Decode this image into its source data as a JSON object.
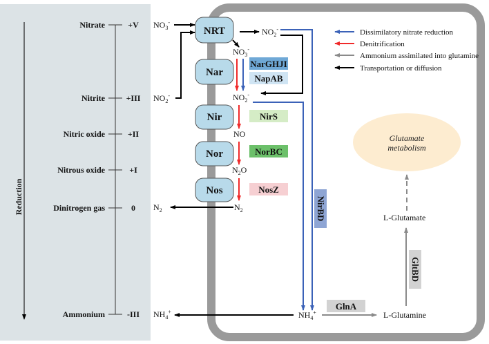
{
  "title": "Nitrogen cycle pathways in the cell",
  "left_panel": {
    "axis_label": "Reduction",
    "rows": [
      {
        "name": "Nitrate",
        "state": "+V"
      },
      {
        "name": "Nitrite",
        "state": "+III"
      },
      {
        "name": "Nitric oxide",
        "state": "+II"
      },
      {
        "name": "Nitrous oxide",
        "state": "+I"
      },
      {
        "name": "Dinitrogen gas",
        "state": "0"
      },
      {
        "name": "Ammonium",
        "state": "-III"
      }
    ]
  },
  "outside_species": {
    "nitrate": {
      "base": "NO",
      "sub": "3",
      "sup": "-"
    },
    "nitrite": {
      "base": "NO",
      "sub": "2",
      "sup": "-"
    },
    "n2": {
      "base": "N",
      "sub": "2",
      "sup": ""
    },
    "ammonium": {
      "base": "NH",
      "sub": "4",
      "sup": "+"
    }
  },
  "membrane_proteins": [
    "NRT",
    "Nar",
    "Nir",
    "Nor",
    "Nos"
  ],
  "inside_species": {
    "no2_top": {
      "base": "NO",
      "sub": "2",
      "sup": "-"
    },
    "no3": {
      "base": "NO",
      "sub": "3",
      "sup": "-"
    },
    "no2": {
      "base": "NO",
      "sub": "2",
      "sup": "-"
    },
    "no": {
      "base": "NO",
      "sub": "",
      "sup": ""
    },
    "n2o": {
      "base": "N",
      "sub": "2",
      "post": "O"
    },
    "n2": {
      "base": "N",
      "sub": "2",
      "sup": ""
    },
    "nh4": {
      "base": "NH",
      "sub": "4",
      "sup": "+"
    },
    "l_glutamine": "L-Glutamine",
    "l_glutamate": "L-Glutamate",
    "glutamate_metabolism_line1": "Glutamate",
    "glutamate_metabolism_line2": "metabolism"
  },
  "enzymes": {
    "nar_1": {
      "label": "NarGHJI",
      "color": "#6fa8d6"
    },
    "nar_2": {
      "label": "NapAB",
      "color": "#cfe4f3"
    },
    "nirs": {
      "label": "NirS",
      "color": "#d5ecc6"
    },
    "norbc": {
      "label": "NorBC",
      "color": "#6cc06a"
    },
    "nosz": {
      "label": "NosZ",
      "color": "#f6cfd2"
    },
    "nirbd": {
      "label": "NirBD",
      "color": "#8ea5d4"
    },
    "glna": {
      "label": "GlnA",
      "color": "#d2d2d2"
    },
    "gltbd": {
      "label": "GltBD",
      "color": "#d2d2d2"
    }
  },
  "legend": [
    {
      "label": "Dissimilatory nitrate reduction",
      "color": "#3b62b8"
    },
    {
      "label": "Denitrification",
      "color": "#f02a2a"
    },
    {
      "label": "Ammonium assimilated into glutamine",
      "color": "#8a8a8a"
    },
    {
      "label": "Transportation or diffusion",
      "color": "#000000"
    }
  ],
  "colors": {
    "left_panel_bg": "#dce3e6",
    "membrane": "#9a9a9a",
    "protein_fill": "#b8daea",
    "protein_stroke": "#555555",
    "glutamate_ellipse": "#fdecd0"
  }
}
